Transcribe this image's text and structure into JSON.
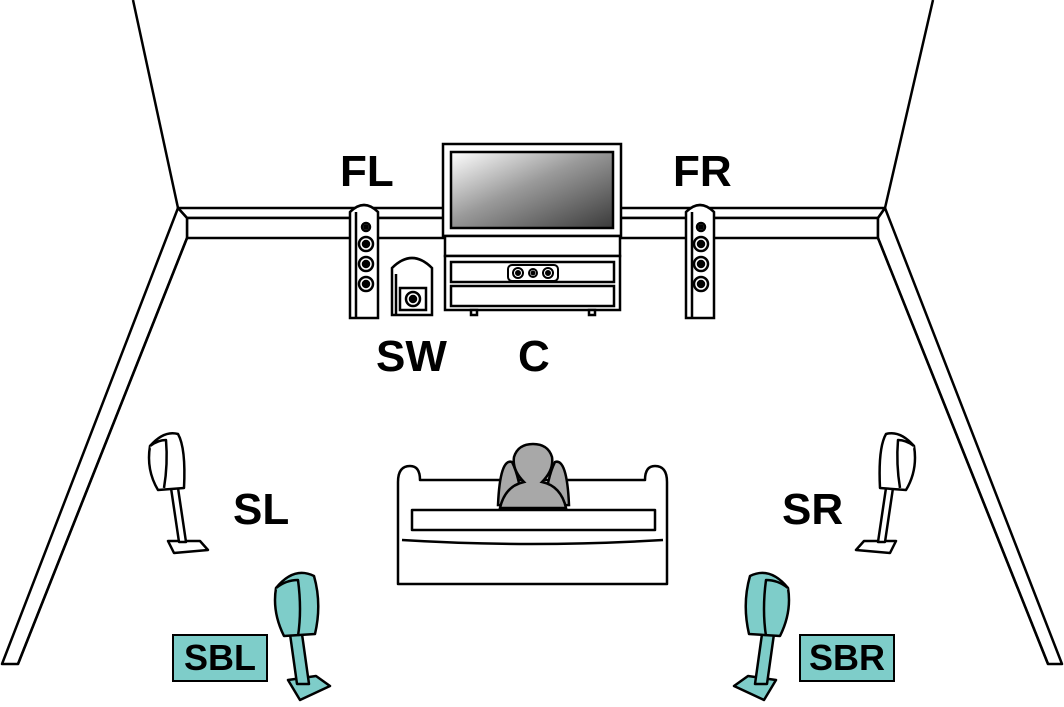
{
  "colors": {
    "line": "#000000",
    "background": "#ffffff",
    "highlight": "#7ecdc9",
    "listener": "#a8a8a8"
  },
  "labels": {
    "fl": "FL",
    "fr": "FR",
    "sw": "SW",
    "c": "C",
    "sl": "SL",
    "sr": "SR",
    "sbl": "SBL",
    "sbr": "SBR"
  }
}
